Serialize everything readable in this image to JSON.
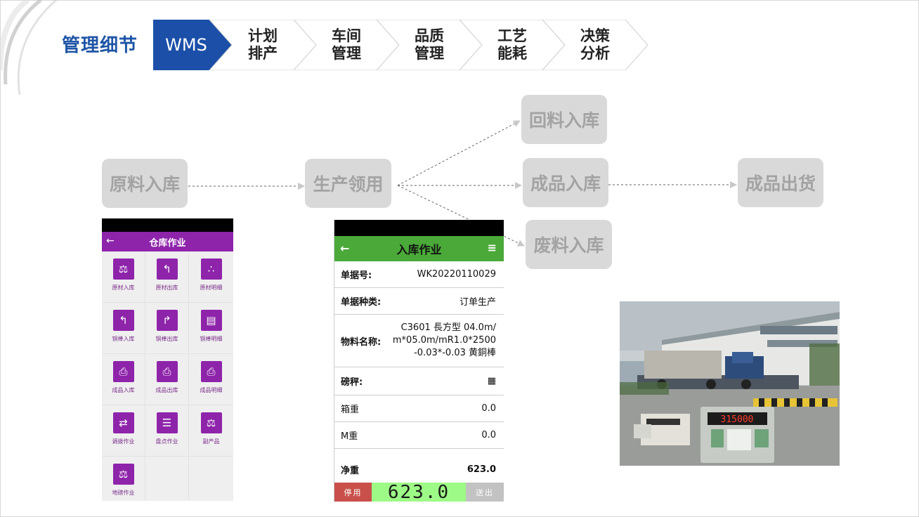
{
  "page": {
    "title": "管理细节"
  },
  "steps": [
    {
      "label": "WMS"
    },
    {
      "label": "计划\n排产"
    },
    {
      "label": "车间\n管理"
    },
    {
      "label": "品质\n管理"
    },
    {
      "label": "工艺\n能耗"
    },
    {
      "label": "决策\n分析"
    }
  ],
  "flow": {
    "raw_in": "原料入库",
    "production": "生产领用",
    "return_in": "回料入库",
    "finished_in": "成品入库",
    "waste_in": "废料入库",
    "ship_out": "成品出货"
  },
  "phone1": {
    "title": "仓库作业",
    "items": [
      {
        "label": "原材入库",
        "icon": "scale-icon"
      },
      {
        "label": "原材出库",
        "icon": "reply-icon"
      },
      {
        "label": "原材明细",
        "icon": "share-icon"
      },
      {
        "label": "铜棒入库",
        "icon": "reply-icon"
      },
      {
        "label": "铜棒出库",
        "icon": "forward-icon"
      },
      {
        "label": "铜棒明细",
        "icon": "archive-icon"
      },
      {
        "label": "成品入库",
        "icon": "printer-icon"
      },
      {
        "label": "成品出库",
        "icon": "printer-icon"
      },
      {
        "label": "成品明细",
        "icon": "printer-icon"
      },
      {
        "label": "调拨作业",
        "icon": "transfer-icon"
      },
      {
        "label": "盘点作业",
        "icon": "list-icon"
      },
      {
        "label": "副产品",
        "icon": "scale-icon"
      },
      {
        "label": "地磅作业",
        "icon": "scale-icon"
      }
    ]
  },
  "phone2": {
    "title": "入库作业",
    "doc_no_label": "单据号:",
    "doc_no": "WK20220110029",
    "doc_type_label": "单据种类:",
    "doc_type": "订单生产",
    "material_label": "物料名称:",
    "material": "C3601 長方型 04.0m/ m*05.0m/mR1.0*2500 -0.03*-0.03 黄銅棒",
    "scale_label": "磅秤:",
    "box_weight_label": "箱重",
    "box_weight": "0.0",
    "m_weight_label": "M重",
    "m_weight": "0.0",
    "net_label": "净重",
    "net_weight": "623.0",
    "stop": "停用",
    "lcd": "623.0",
    "send": "送出"
  },
  "photo": {
    "display_reading": "315000"
  }
}
